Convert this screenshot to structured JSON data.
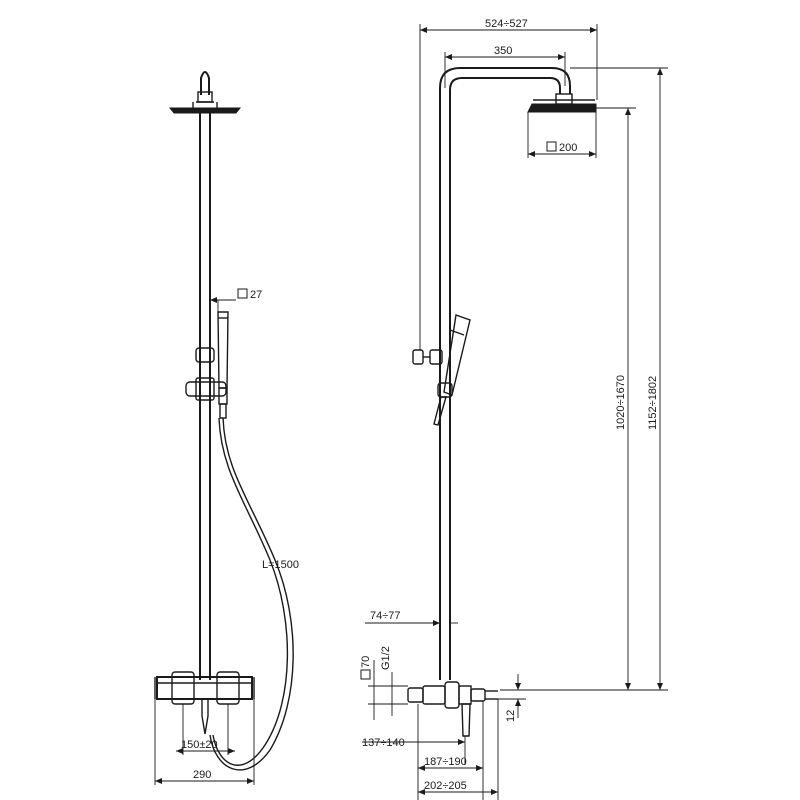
{
  "front_view": {
    "hand_shower_diameter": "27",
    "hose_length": "L=1500",
    "mixer_centers": "150±20",
    "mixer_width": "290"
  },
  "side_view": {
    "overall_reach": "524÷527",
    "arm_length": "350",
    "head_size": "200",
    "height_range": "1020÷1670",
    "total_height": "1152÷1802",
    "wall_bracket_offset": "74÷77",
    "body_size": "70",
    "thread": "G1/2",
    "outlet_offset": "12",
    "spout_projection": "137÷140",
    "body_depth_1": "187÷190",
    "body_depth_2": "202÷205"
  },
  "colors": {
    "line": "#1a1a1a",
    "background": "#ffffff"
  }
}
